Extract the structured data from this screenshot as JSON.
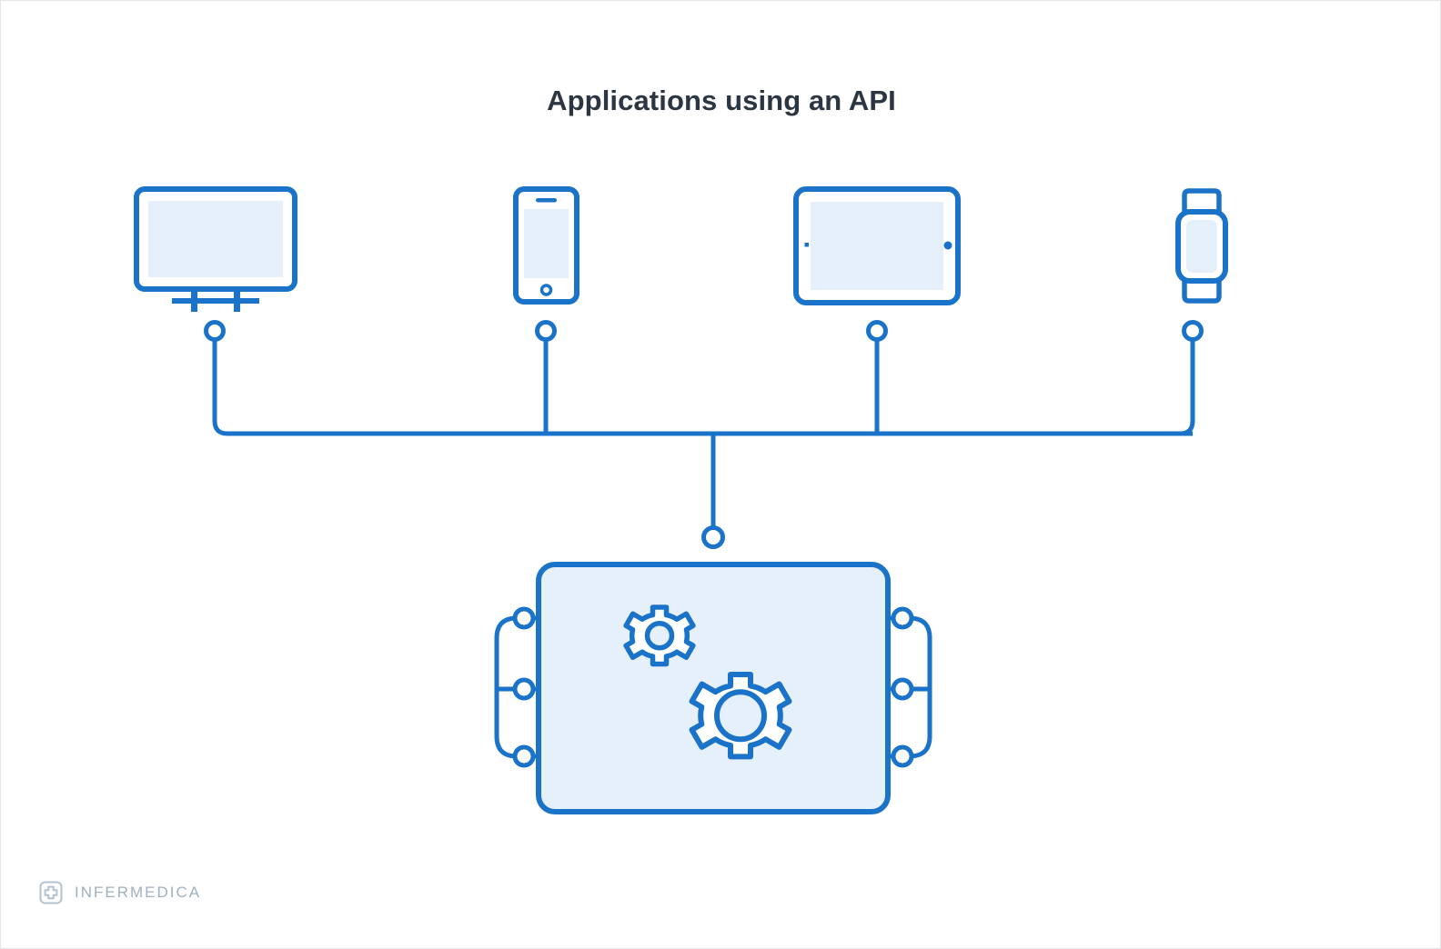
{
  "diagram": {
    "title": "Applications using an API",
    "type": "architecture-diagram",
    "description": "Four client devices connect through a shared bus line down to a central API service box containing gears.",
    "colors": {
      "stroke_blue": "#1a73c8",
      "fill_light_blue": "#e6f0fa",
      "title_text": "#2b3642",
      "brand_text": "#9fb0c0",
      "page_background": "#ffffff",
      "page_border": "#e3e6ea",
      "white": "#ffffff"
    },
    "clients": [
      {
        "id": "desktop-monitor",
        "icon_name": "desktop-monitor-icon",
        "connector_name": "connector-node-desktop"
      },
      {
        "id": "smartphone",
        "icon_name": "smartphone-icon",
        "connector_name": "connector-node-smartphone"
      },
      {
        "id": "tablet",
        "icon_name": "tablet-icon",
        "connector_name": "connector-node-tablet"
      },
      {
        "id": "smartwatch",
        "icon_name": "smartwatch-icon",
        "connector_name": "connector-node-smartwatch"
      }
    ],
    "bus": {
      "name": "connection-bus-line",
      "center_node_name": "connector-node-api"
    },
    "api_box": {
      "name": "api-service-box",
      "gears": [
        {
          "name": "gear-small-icon",
          "teeth": 8
        },
        {
          "name": "gear-large-icon",
          "teeth": 8
        }
      ],
      "left_ports": 3,
      "right_ports": 3
    }
  },
  "brand": {
    "name": "INFERMEDICA",
    "logo_icon": "medical-cross-icon"
  }
}
